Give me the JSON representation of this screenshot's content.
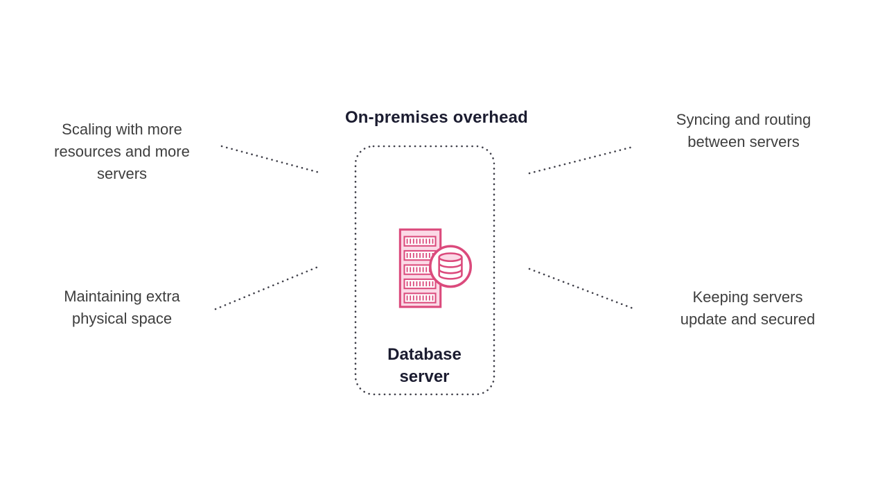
{
  "title": "On-premises overhead",
  "center_box": {
    "label": "Database server",
    "label_lines": [
      "Database",
      "server"
    ]
  },
  "labels": {
    "top_left": {
      "lines": [
        "Scaling with more",
        "resources and more",
        "servers"
      ]
    },
    "bottom_left": {
      "lines": [
        "Maintaining extra",
        "physical space"
      ]
    },
    "top_right": {
      "lines": [
        "Syncing and routing",
        "between servers"
      ]
    },
    "bottom_right": {
      "lines": [
        "Keeping servers",
        "update and secured"
      ]
    }
  },
  "icons": {
    "center": "database-server-icon"
  },
  "colors": {
    "accent_pink": "#db4a7c",
    "accent_pink_light": "#fbd9e6",
    "title_text": "#1b1c30",
    "body_text": "#3e3e3e",
    "dotted_line": "#3f3f49",
    "background": "#ffffff"
  }
}
